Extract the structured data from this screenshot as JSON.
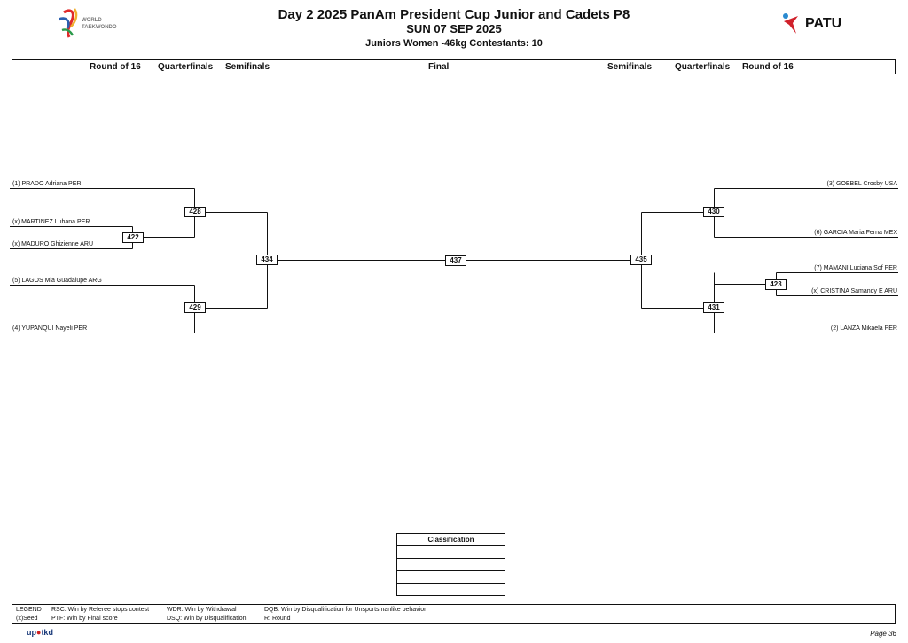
{
  "header": {
    "title": "Day 2 2025 PanAm President Cup  Junior and Cadets P8",
    "date": "SUN 07 SEP 2025",
    "subtitle": "Juniors  Women -46kg  Contestants: 10",
    "left_logo": {
      "icon": "world-taekwondo-logo",
      "text_line1": "WORLD",
      "text_line2": "TAEKWONDO"
    },
    "right_logo": {
      "icon": "patu-logo",
      "text": "PATU"
    }
  },
  "rounds": {
    "left": [
      "Round of 16",
      "Quarterfinals",
      "Semifinals"
    ],
    "center": "Final",
    "right": [
      "Semifinals",
      "Quarterfinals",
      "Round of 16"
    ]
  },
  "competitors": {
    "left": [
      "(1) PRADO Adriana PER",
      "(x) MARTINEZ Luhana PER",
      "(x) MADURO Ghizienne ARU",
      "(5) LAGOS Mia Guadalupe ARG",
      "(4) YUPANQUI Nayeli PER"
    ],
    "right": [
      "(3) GOEBEL Crosby USA",
      "(6) GARCIA Maria Ferna MEX",
      "(7) MAMANI Luciana Sof PER",
      "(x) CRISTINA Samandy E ARU",
      "(2) LANZA Mikaela PER"
    ]
  },
  "matches": {
    "m422": "422",
    "m428": "428",
    "m429": "429",
    "m434": "434",
    "m437": "437",
    "m435": "435",
    "m430": "430",
    "m431": "431",
    "m423": "423"
  },
  "classification": {
    "title": "Classification",
    "rows": [
      "",
      "",
      "",
      ""
    ]
  },
  "legend": {
    "title": "LEGEND",
    "seed": "(x)Seed",
    "rsc": "RSC: Win by Referee stops contest",
    "ptf": "PTF: Win by Final score",
    "wdr": "WDR: Win by Withdrawal",
    "dsq": "DSQ: Win by Disqualification",
    "dqb": "DQB: Win by Disqualification for Unsportsmanlike behavior",
    "r": "R: Round"
  },
  "footer": {
    "logo_text_a": "up",
    "logo_text_b": "tkd",
    "page": "Page 36"
  }
}
